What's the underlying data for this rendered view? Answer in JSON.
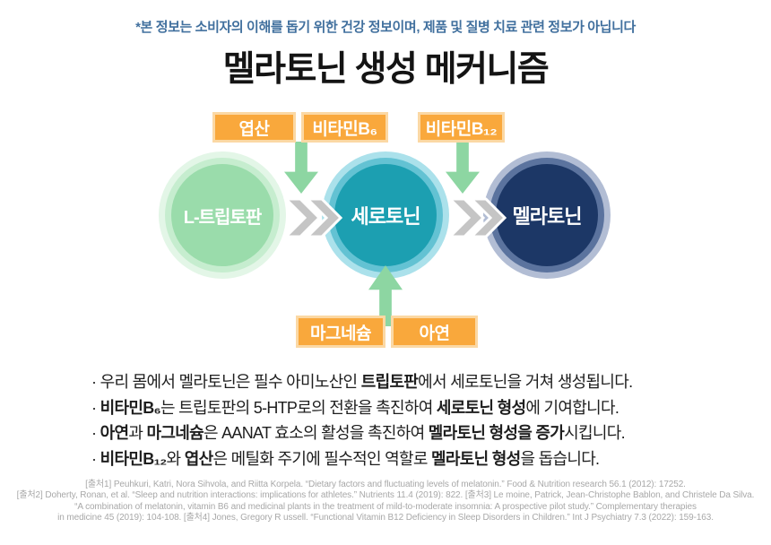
{
  "header": {
    "disclaimer": "*본 정보는 소비자의 이해를 돕기 위한 건강 정보이며, 제품 및 질병 치료 관련 정보가 아닙니다",
    "title": "멜라토닌 생성 메커니즘"
  },
  "diagram": {
    "top_boxes": [
      {
        "label": "엽산"
      },
      {
        "label": "비타민B₆"
      },
      {
        "label": "비타민B₁₂"
      }
    ],
    "circles": [
      {
        "label": "L-트립토판",
        "color": "#9ADCAB"
      },
      {
        "label": "세로토닌",
        "color": "#1C9FB1"
      },
      {
        "label": "멜라토닌",
        "color": "#1C3766"
      }
    ],
    "bottom_boxes": [
      {
        "label": "마그네슘"
      },
      {
        "label": "아연"
      }
    ],
    "icons": {
      "down_arrows": "arrow-down-icon",
      "up_arrow": "arrow-up-icon",
      "flow": "double-chevron-icon"
    },
    "colors": {
      "box_orange": "#F9A83C",
      "box_border": "#FBD8A4",
      "arrow_green": "#8DD6A2",
      "chevron_gray": "#C5C5C5",
      "disclaimer_blue": "#41709E",
      "citation_gray": "#A8A8A8"
    }
  },
  "bullets": [
    {
      "segments": [
        {
          "t": "· 우리 몸에서 멜라토닌은 필수 아미노산인 ",
          "b": false
        },
        {
          "t": "트립토판",
          "b": true
        },
        {
          "t": "에서 세로토닌을 거쳐 생성됩니다.",
          "b": false
        }
      ]
    },
    {
      "segments": [
        {
          "t": "· ",
          "b": false
        },
        {
          "t": "비타민B₆",
          "b": true
        },
        {
          "t": "는 트립토판의 5-HTP로의 전환을 촉진하여 ",
          "b": false
        },
        {
          "t": "세로토닌 형성",
          "b": true
        },
        {
          "t": "에 기여합니다.",
          "b": false
        }
      ]
    },
    {
      "segments": [
        {
          "t": "· ",
          "b": false
        },
        {
          "t": "아연",
          "b": true
        },
        {
          "t": "과 ",
          "b": false
        },
        {
          "t": "마그네슘",
          "b": true
        },
        {
          "t": "은 AANAT 효소의 활성을 촉진하여 ",
          "b": false
        },
        {
          "t": "멜라토닌 형성을 증가",
          "b": true
        },
        {
          "t": "시킵니다.",
          "b": false
        }
      ]
    },
    {
      "segments": [
        {
          "t": "· ",
          "b": false
        },
        {
          "t": "비타민B₁₂",
          "b": true
        },
        {
          "t": "와 ",
          "b": false
        },
        {
          "t": "엽산",
          "b": true
        },
        {
          "t": "은 메틸화 주기에 필수적인 역할로 ",
          "b": false
        },
        {
          "t": "멜라토닌 형성",
          "b": true
        },
        {
          "t": "을 돕습니다.",
          "b": false
        }
      ]
    }
  ],
  "citations": [
    "[출처1] Peuhkuri, Katri, Nora Sihvola, and Riitta Korpela. “Dietary factors and fluctuating levels of melatonin.” Food & Nutrition research 56.1 (2012): 17252.",
    "[출처2] Doherty, Ronan, et al. “Sleep and nutrition interactions: implications for athletes.” Nutrients 11.4 (2019): 822. [출처3] Le moine, Patrick, Jean-Christophe Bablon, and Christele Da Silva.",
    "“A combination of melatonin, vitamin B6 and medicinal plants in the treatment of mild-to-moderate insomnia: A prospective pilot study.” Complementary therapies",
    "in medicine 45 (2019): 104-108. [출처4] Jones, Gregory R ussell. “Functional Vitamin B12 Deficiency in Sleep Disorders in Children.” Int J Psychiatry 7.3 (2022): 159-163."
  ]
}
